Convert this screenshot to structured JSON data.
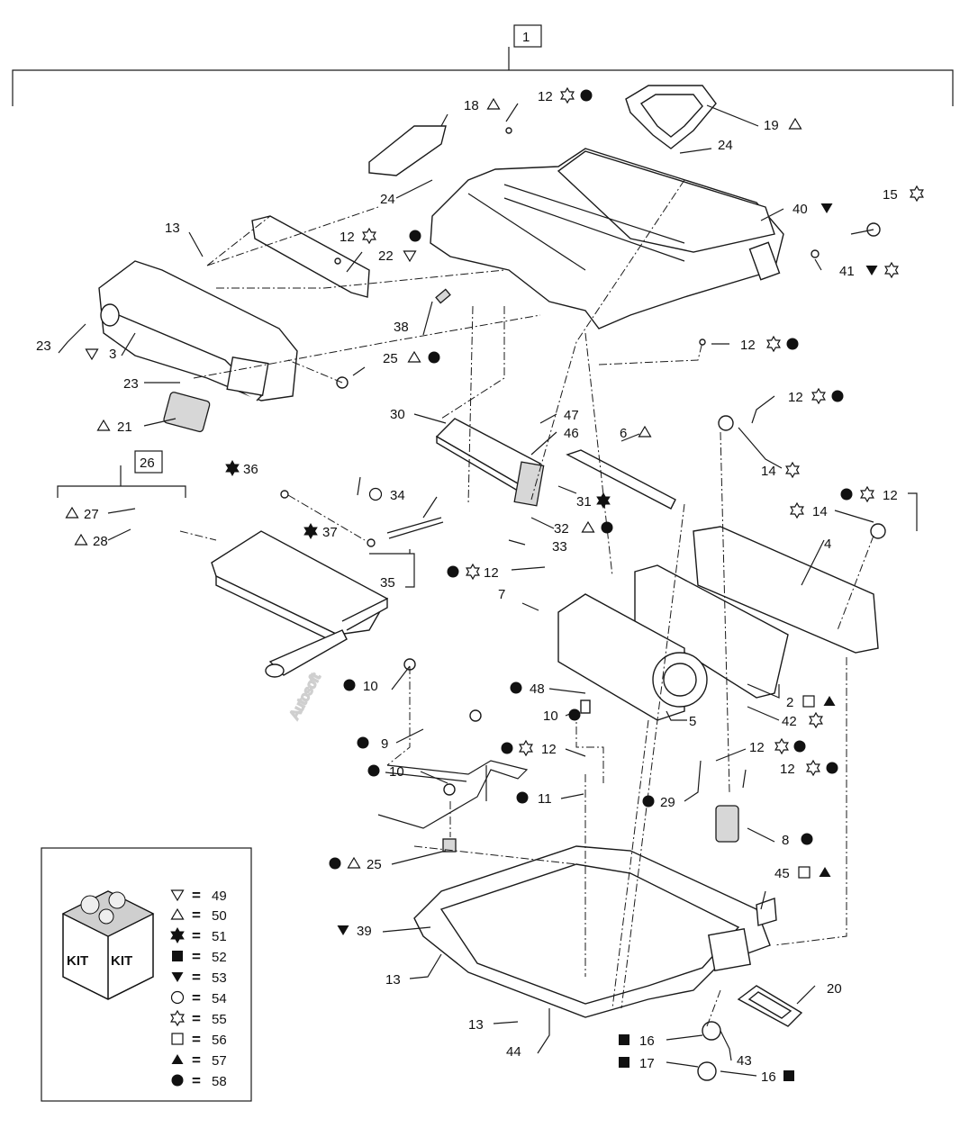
{
  "watermark": "Autosoft",
  "assembly_ref": "1",
  "kit_group_ref": "26",
  "callouts": [
    {
      "id": "c18",
      "text": "18"
    },
    {
      "id": "c12a",
      "text": "12"
    },
    {
      "id": "c19",
      "text": "19"
    },
    {
      "id": "c24a",
      "text": "24"
    },
    {
      "id": "c24b",
      "text": "24"
    },
    {
      "id": "c15",
      "text": "15"
    },
    {
      "id": "c40",
      "text": "40"
    },
    {
      "id": "c41",
      "text": "41"
    },
    {
      "id": "c13a",
      "text": "13"
    },
    {
      "id": "c12b",
      "text": "12"
    },
    {
      "id": "c22",
      "text": "22"
    },
    {
      "id": "c38",
      "text": "38"
    },
    {
      "id": "c12c",
      "text": "12"
    },
    {
      "id": "c23a",
      "text": "23"
    },
    {
      "id": "c3",
      "text": "3"
    },
    {
      "id": "c23b",
      "text": "23"
    },
    {
      "id": "c25a",
      "text": "25"
    },
    {
      "id": "c21",
      "text": "21"
    },
    {
      "id": "c30",
      "text": "30"
    },
    {
      "id": "c47",
      "text": "47"
    },
    {
      "id": "c46",
      "text": "46"
    },
    {
      "id": "c6",
      "text": "6"
    },
    {
      "id": "c12d",
      "text": "12"
    },
    {
      "id": "c14a",
      "text": "14"
    },
    {
      "id": "c36",
      "text": "36"
    },
    {
      "id": "c34",
      "text": "34"
    },
    {
      "id": "c31",
      "text": "31"
    },
    {
      "id": "c12e",
      "text": "12"
    },
    {
      "id": "c14b",
      "text": "14"
    },
    {
      "id": "c27",
      "text": "27"
    },
    {
      "id": "c28",
      "text": "28"
    },
    {
      "id": "c37",
      "text": "37"
    },
    {
      "id": "c32",
      "text": "32"
    },
    {
      "id": "c33",
      "text": "33"
    },
    {
      "id": "c4",
      "text": "4"
    },
    {
      "id": "c35",
      "text": "35"
    },
    {
      "id": "c12f",
      "text": "12"
    },
    {
      "id": "c7",
      "text": "7"
    },
    {
      "id": "c10a",
      "text": "10"
    },
    {
      "id": "c2",
      "text": "2"
    },
    {
      "id": "c48",
      "text": "48"
    },
    {
      "id": "c42",
      "text": "42"
    },
    {
      "id": "c10b",
      "text": "10"
    },
    {
      "id": "c5",
      "text": "5"
    },
    {
      "id": "c9",
      "text": "9"
    },
    {
      "id": "c12g",
      "text": "12"
    },
    {
      "id": "c12h",
      "text": "12"
    },
    {
      "id": "c10c",
      "text": "10"
    },
    {
      "id": "c12i",
      "text": "12"
    },
    {
      "id": "c11",
      "text": "11"
    },
    {
      "id": "c29",
      "text": "29"
    },
    {
      "id": "c8",
      "text": "8"
    },
    {
      "id": "c25b",
      "text": "25"
    },
    {
      "id": "c45",
      "text": "45"
    },
    {
      "id": "c39",
      "text": "39"
    },
    {
      "id": "c13b",
      "text": "13"
    },
    {
      "id": "c20",
      "text": "20"
    },
    {
      "id": "c13c",
      "text": "13"
    },
    {
      "id": "c44",
      "text": "44"
    },
    {
      "id": "c16a",
      "text": "16"
    },
    {
      "id": "c43",
      "text": "43"
    },
    {
      "id": "c17",
      "text": "17"
    },
    {
      "id": "c16b",
      "text": "16"
    }
  ],
  "legend": {
    "kit_label_1": "KIT",
    "kit_label_2": "KIT",
    "equals": "=",
    "entries": [
      {
        "symbol": "triangle-down-open",
        "number": "49"
      },
      {
        "symbol": "triangle-up-open",
        "number": "50"
      },
      {
        "symbol": "star-solid",
        "number": "51"
      },
      {
        "symbol": "square-solid",
        "number": "52"
      },
      {
        "symbol": "triangle-down-solid",
        "number": "53"
      },
      {
        "symbol": "circle-open",
        "number": "54"
      },
      {
        "symbol": "star-open",
        "number": "55"
      },
      {
        "symbol": "square-open",
        "number": "56"
      },
      {
        "symbol": "triangle-up-solid",
        "number": "57"
      },
      {
        "symbol": "circle-solid",
        "number": "58"
      }
    ]
  }
}
